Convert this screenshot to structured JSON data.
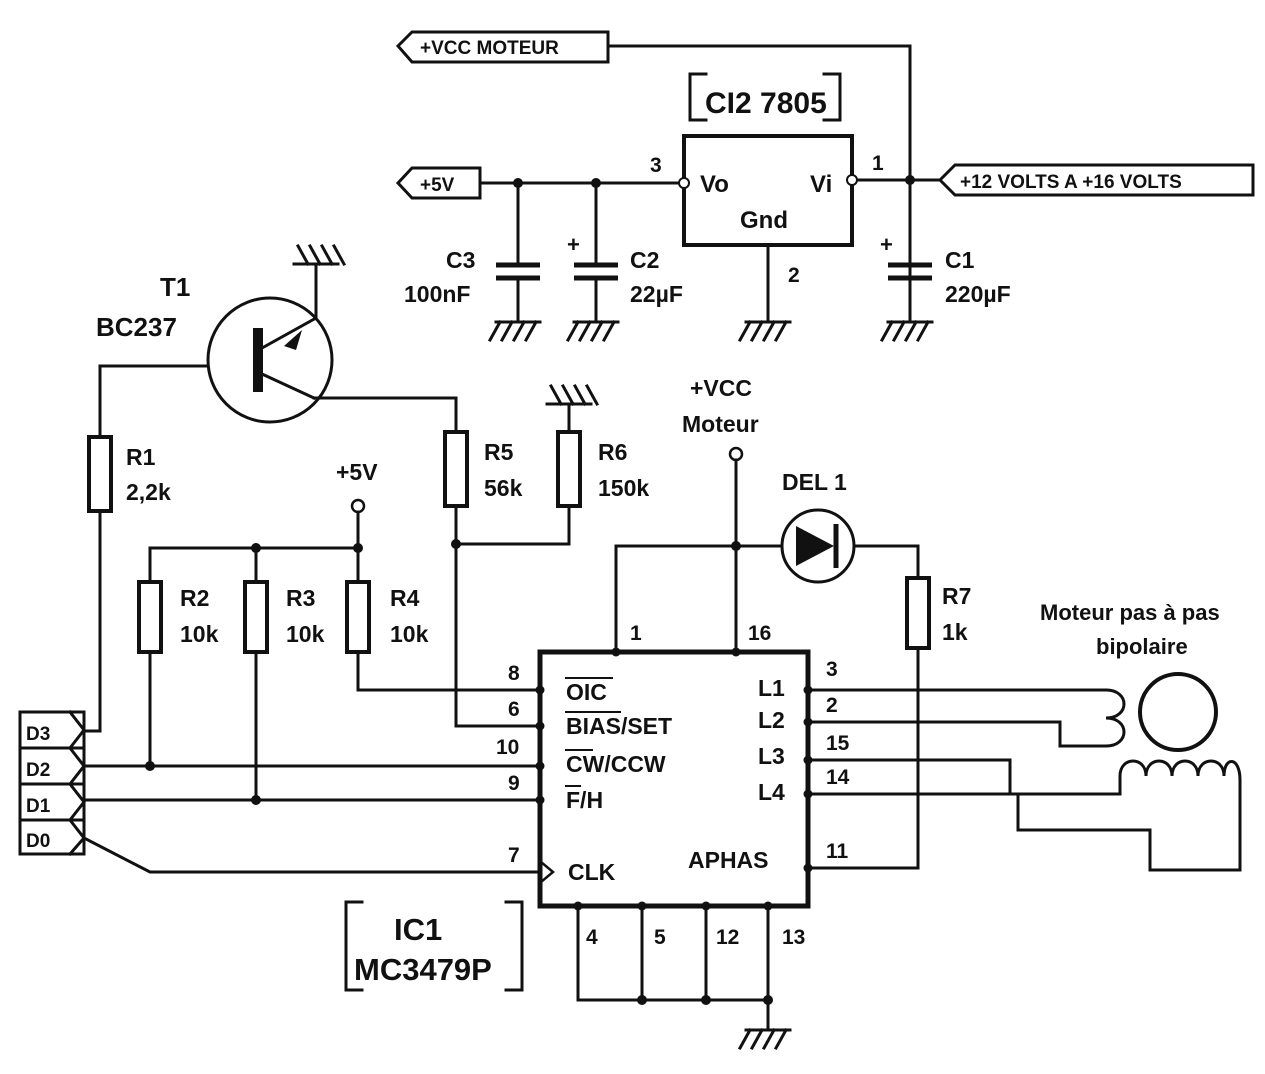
{
  "connectors": {
    "vcc_moteur": "+VCC MOTEUR",
    "plus5v": "+5V",
    "supply_in": "+12 VOLTS A +16 VOLTS",
    "d3": "D3",
    "d2": "D2",
    "d1": "D1",
    "d0": "D0"
  },
  "regulator": {
    "ref": "CI2 7805",
    "vo": "Vo",
    "vi": "Vi",
    "gnd": "Gnd",
    "pin_vo": "3",
    "pin_vi": "1",
    "pin_gnd": "2"
  },
  "capacitors": {
    "c1_name": "C1",
    "c1_value": "220µF",
    "c2_name": "C2",
    "c2_value": "22µF",
    "c3_name": "C3",
    "c3_value": "100nF",
    "plus": "+"
  },
  "transistor": {
    "name": "T1",
    "part": "BC237"
  },
  "resistors": {
    "r1_name": "R1",
    "r1_value": "2,2k",
    "r2_name": "R2",
    "r2_value": "10k",
    "r3_name": "R3",
    "r3_value": "10k",
    "r4_name": "R4",
    "r4_value": "10k",
    "r5_name": "R5",
    "r5_value": "56k",
    "r6_name": "R6",
    "r6_value": "150k",
    "r7_name": "R7",
    "r7_value": "1k"
  },
  "supply_labels": {
    "vcc_moteur_line1": "+VCC",
    "vcc_moteur_line2": "Moteur",
    "plus5v": "+5V"
  },
  "led": {
    "name": "DEL 1"
  },
  "motor": {
    "line1": "Moteur pas à pas",
    "line2": "bipolaire"
  },
  "ic1": {
    "ref": "IC1",
    "part": "MC3479P",
    "pins_left": [
      {
        "num": "8",
        "label": "OIC"
      },
      {
        "num": "6",
        "label": "BIAS/SET"
      },
      {
        "num": "10",
        "label": "CW/CCW"
      },
      {
        "num": "9",
        "label": "F/H"
      },
      {
        "num": "7",
        "label": "CLK"
      }
    ],
    "pins_right": [
      {
        "num": "3",
        "label": "L1"
      },
      {
        "num": "2",
        "label": "L2"
      },
      {
        "num": "15",
        "label": "L3"
      },
      {
        "num": "14",
        "label": "L4"
      },
      {
        "num": "11",
        "label": "APHAS"
      }
    ],
    "pins_top": [
      "1",
      "16"
    ],
    "pins_bottom": [
      "4",
      "5",
      "12",
      "13"
    ]
  }
}
